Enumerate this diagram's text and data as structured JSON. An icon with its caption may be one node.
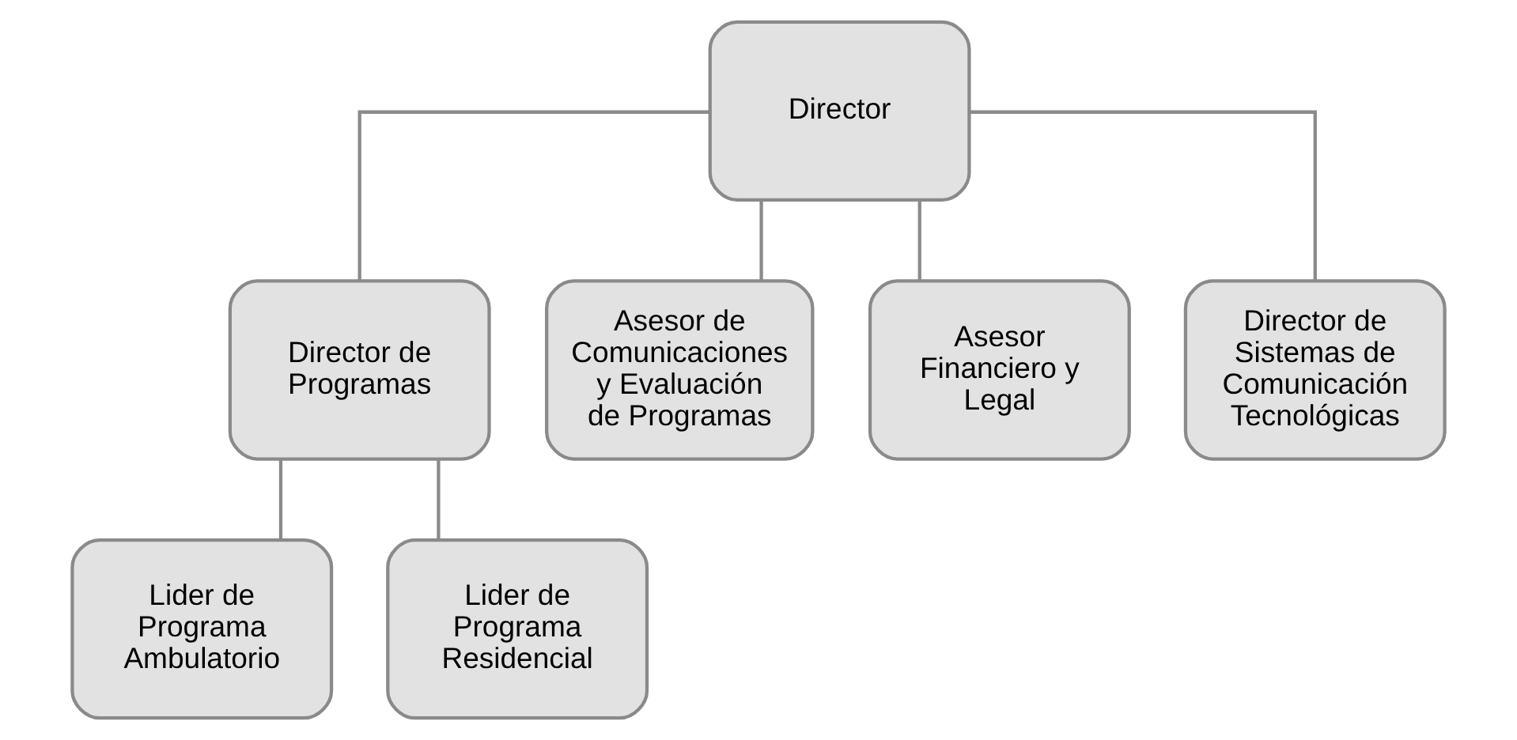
{
  "diagram": {
    "nodes": [
      {
        "text": [
          "Director"
        ]
      },
      {
        "text": [
          "Director de Programas"
        ]
      },
      {
        "text": [
          "Asesor de Comunicaciones y Evaluación de Programas"
        ]
      },
      {
        "text": [
          "Asesor Financiero y Legal"
        ]
      },
      {
        "text": [
          "Director de Sistemas de Comunicación Tecnológicas"
        ]
      },
      {
        "text": [
          "Lider de Programa Ambulatorio"
        ]
      },
      {
        "text": [
          "Lider de Programa Residencial"
        ]
      }
    ],
    "edges": [
      {
        "from": 0,
        "to": 1,
        "arrow": "none"
      },
      {
        "from": 0,
        "to": 2,
        "arrow": "none"
      },
      {
        "from": 0,
        "to": 3,
        "arrow": "none"
      },
      {
        "from": 0,
        "to": 4,
        "arrow": "none"
      },
      {
        "from": 1,
        "to": 5,
        "arrow": "none"
      },
      {
        "from": 1,
        "to": 6,
        "arrow": "none"
      }
    ]
  }
}
